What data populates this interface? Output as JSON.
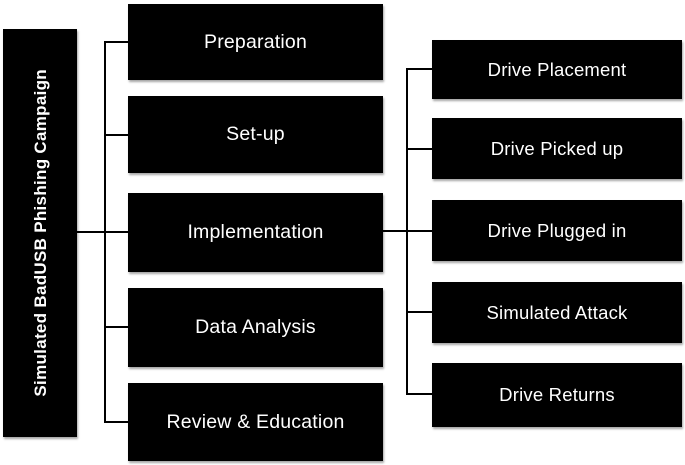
{
  "diagram": {
    "root_label": "Simulated BadUSB Phishing Campaign",
    "stages": [
      "Preparation",
      "Set-up",
      "Implementation",
      "Data Analysis",
      "Review & Education"
    ],
    "substeps": [
      "Drive Placement",
      "Drive Picked up",
      "Drive Plugged in",
      "Simulated Attack",
      "Drive Returns"
    ],
    "connections": [
      {
        "from": "Simulated BadUSB Phishing Campaign",
        "to": "all stages"
      },
      {
        "from": "Implementation",
        "to": "all substeps"
      }
    ],
    "colors": {
      "background": "#ffffff",
      "box_background": "#000000",
      "box_text": "#ffffff",
      "connector": "#000000"
    }
  }
}
